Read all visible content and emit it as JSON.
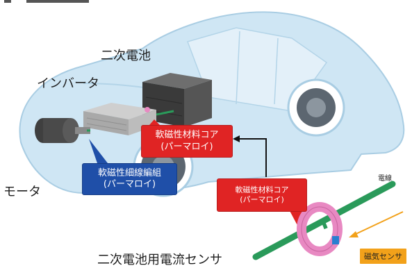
{
  "labels": {
    "battery": "二次電池",
    "inverter": "インバータ",
    "motor": "モータ",
    "wire": "電線",
    "sensor": "磁気センサ",
    "current_sensor": "二次電池用電流センサ"
  },
  "callouts": {
    "core_upper": {
      "line1": "軟磁性材料コア",
      "line2": "(パーマロイ)"
    },
    "braid": {
      "line1": "軟磁性細線編組",
      "line2": "(パーマロイ)"
    },
    "core_lower": {
      "line1": "軟磁性材料コア",
      "line2": "(パーマロイ)"
    }
  },
  "colors": {
    "car_body": "#cfe6f4",
    "callout_red": "#e02424",
    "callout_blue": "#1f4fa8",
    "wire": "#2a9a5a",
    "ring": "#e889c2",
    "sensor_tag": "#f2a11a"
  }
}
